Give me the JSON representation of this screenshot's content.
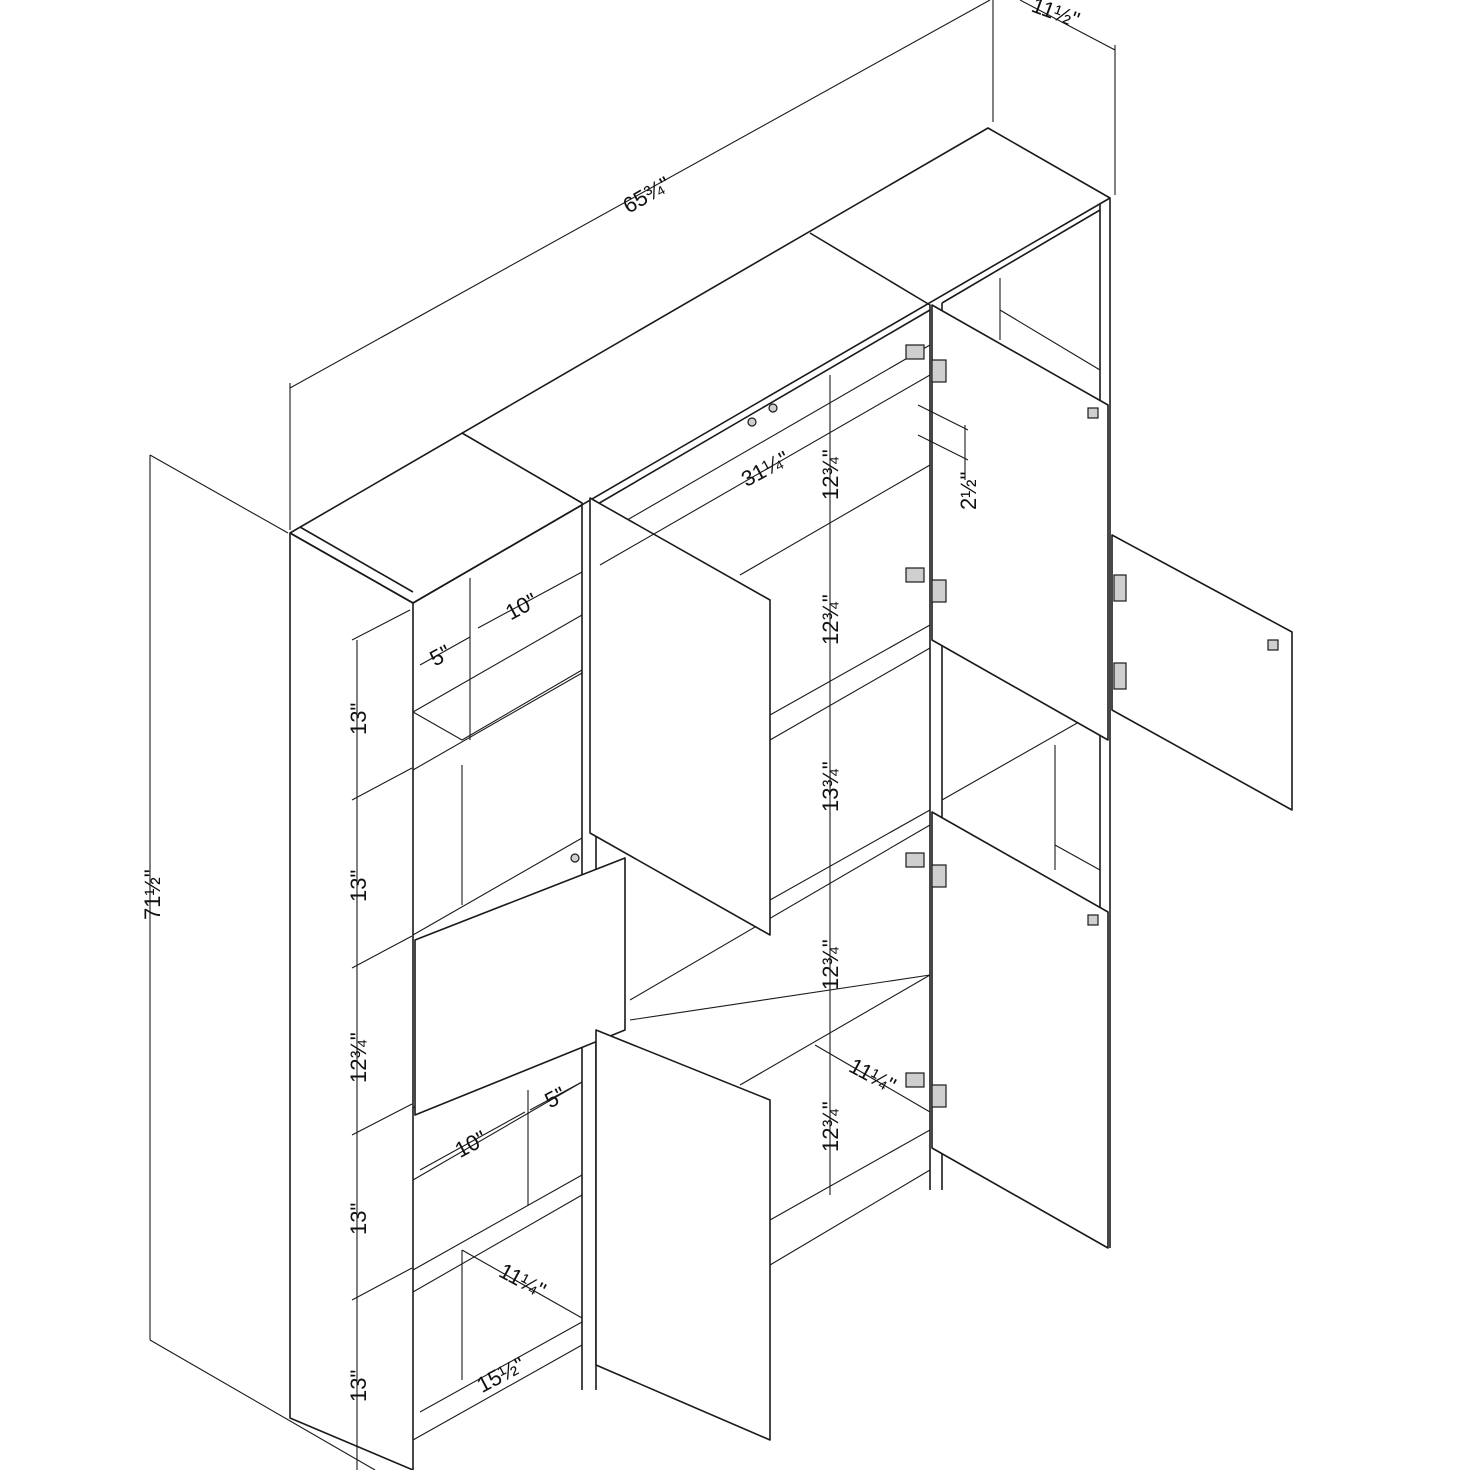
{
  "diagram": {
    "overall": {
      "width": "65¾\"",
      "depth": "11½\"",
      "height": "71½\""
    },
    "left_column": {
      "shelf_width": "10\"",
      "shelf_offset": "5\"",
      "lower_shelf_width": "10\"",
      "lower_shelf_offset": "5\"",
      "cube_depth": "11¼\"",
      "cube_width": "15½\"",
      "heights": [
        "13\"",
        "13\"",
        "12¾\"",
        "13\"",
        "13\""
      ]
    },
    "middle_column": {
      "width": "31¼\"",
      "heights": [
        "12¾\"",
        "12¾\"",
        "13¾\"",
        "12¾\"",
        "12¾\""
      ],
      "depth": "11¼\""
    },
    "door": {
      "hinge_spacing": "2½\""
    }
  }
}
